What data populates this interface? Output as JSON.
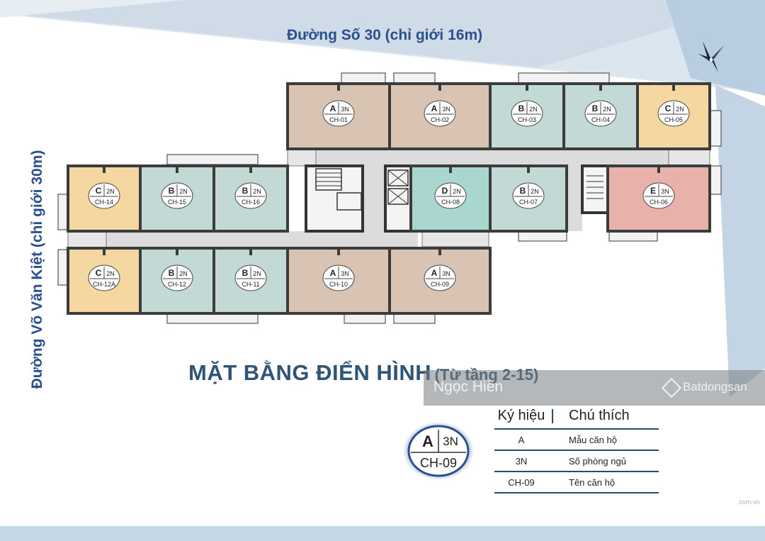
{
  "roads": {
    "top": "Đường Số 30 (chỉ giới 16m)",
    "left": "Đường Võ Văn Kiệt (chỉ giới 30m)"
  },
  "title": {
    "main": "MẶT BẰNG ĐIỂN HÌNH",
    "sub": "(Từ tầng 2-15)"
  },
  "watermark": {
    "name": "Ngọc Hiền",
    "logo": "Batdongsan",
    "domain": ".com.vn"
  },
  "colors": {
    "A": "#d9c4b4",
    "B": "#c3d9d6",
    "C": "#f5d7a1",
    "D": "#a9d6cf",
    "E": "#e8b1aa",
    "wall": "#3c3c3c",
    "corridor": "#dcdcdc"
  },
  "units": [
    {
      "id": "CH-01",
      "type": "A",
      "beds": "3N"
    },
    {
      "id": "CH-02",
      "type": "A",
      "beds": "3N"
    },
    {
      "id": "CH-03",
      "type": "B",
      "beds": "2N"
    },
    {
      "id": "CH-04",
      "type": "B",
      "beds": "2N"
    },
    {
      "id": "CH-05",
      "type": "C",
      "beds": "2N"
    },
    {
      "id": "CH-06",
      "type": "E",
      "beds": "3N"
    },
    {
      "id": "CH-07",
      "type": "B",
      "beds": "2N"
    },
    {
      "id": "CH-08",
      "type": "D",
      "beds": "2N"
    },
    {
      "id": "CH-09",
      "type": "A",
      "beds": "3N"
    },
    {
      "id": "CH-10",
      "type": "A",
      "beds": "3N"
    },
    {
      "id": "CH-11",
      "type": "B",
      "beds": "2N"
    },
    {
      "id": "CH-12",
      "type": "B",
      "beds": "2N"
    },
    {
      "id": "CH-12A",
      "type": "C",
      "beds": "2N"
    },
    {
      "id": "CH-14",
      "type": "C",
      "beds": "2N"
    },
    {
      "id": "CH-15",
      "type": "B",
      "beds": "2N"
    },
    {
      "id": "CH-16",
      "type": "B",
      "beds": "2N"
    }
  ],
  "legend": {
    "badge": {
      "type": "A",
      "beds": "3N",
      "id": "CH-09"
    },
    "header": {
      "symbol": "Ký hiệu",
      "note": "Chú thích"
    },
    "rows": [
      {
        "symbol": "A",
        "note": "Mẫu căn hộ"
      },
      {
        "symbol": "3N",
        "note": "Số phòng ngủ"
      },
      {
        "symbol": "CH-09",
        "note": "Tên căn hộ"
      }
    ]
  }
}
